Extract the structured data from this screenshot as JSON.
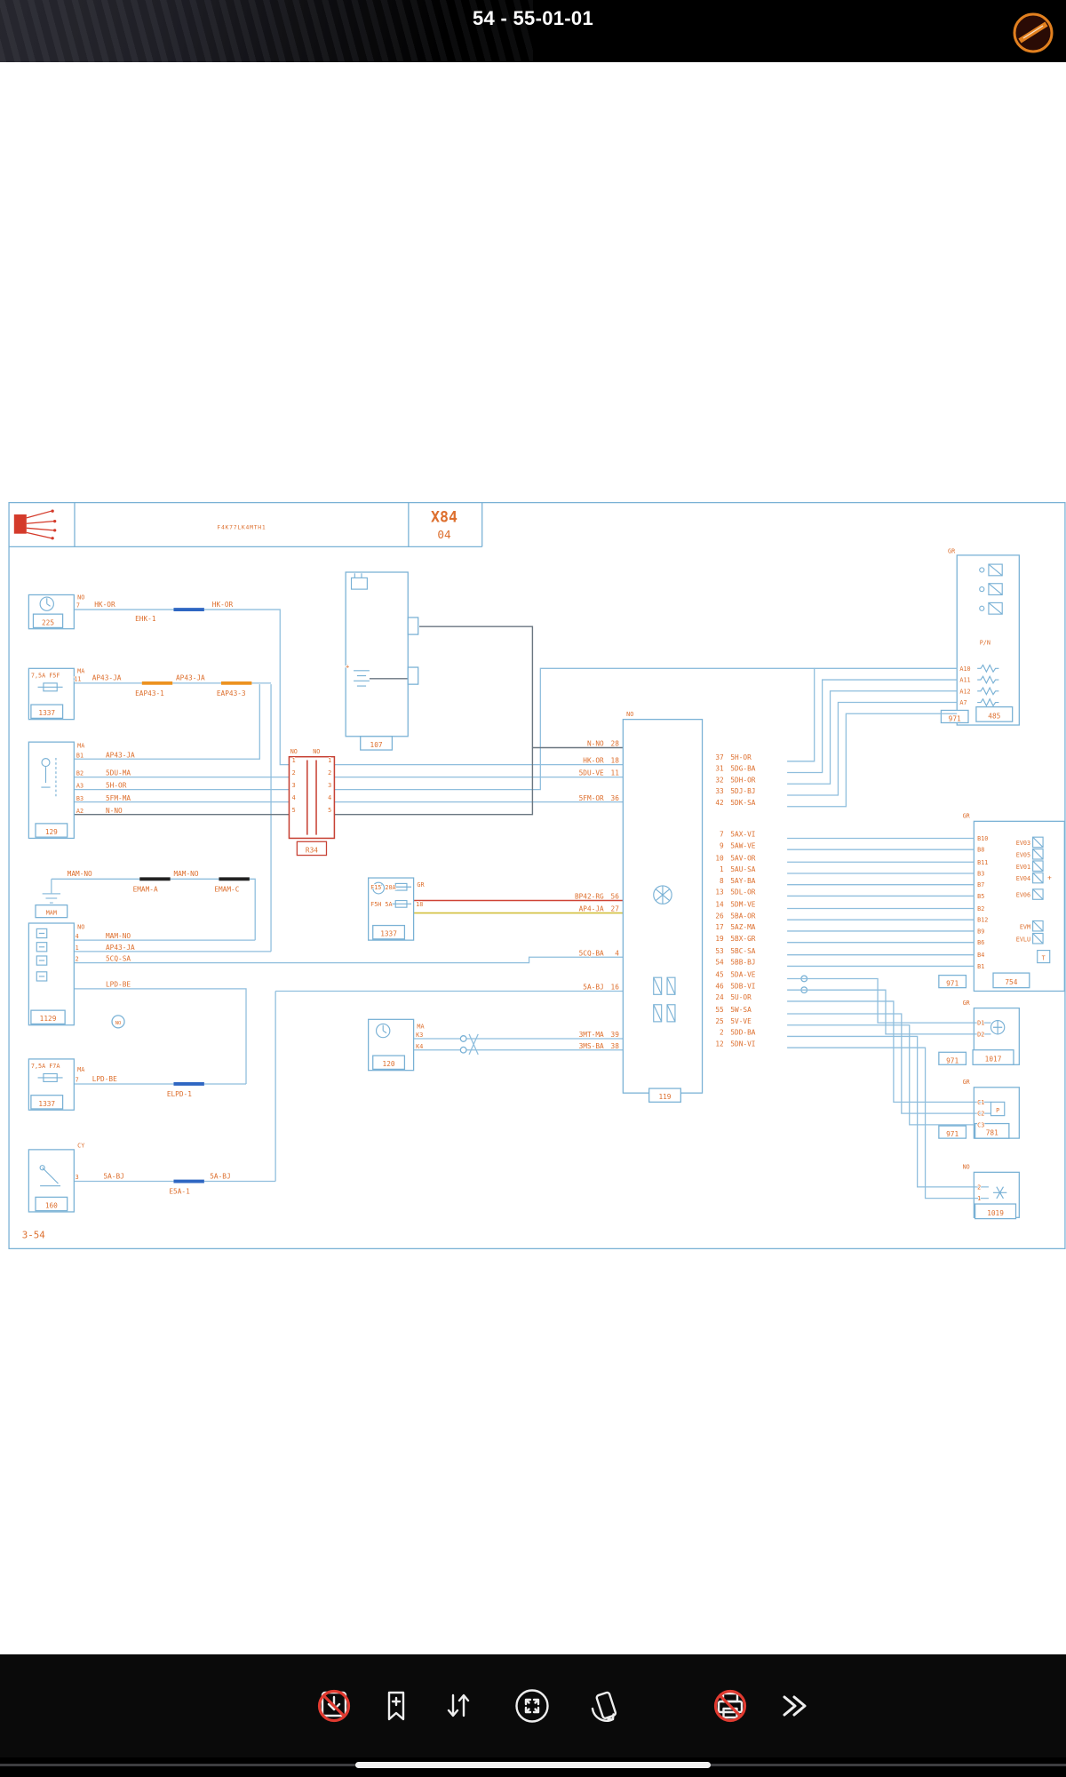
{
  "app": {
    "title": "54 - 55-01-01"
  },
  "toolbar": {
    "items": [
      "download-disabled",
      "bookmark-add",
      "sort-vertical",
      "pan-zoom",
      "rotate-device",
      "print-disabled",
      "more-chevrons"
    ]
  },
  "diagram": {
    "header": {
      "code": "F4K77LK4MTH1",
      "model": "X84",
      "sheet": "04"
    },
    "page_ref": "3-54",
    "wires": {
      "hk": "HK-OR",
      "ehk1": "EHK-1",
      "ap43": "AP43-JA",
      "eap43_1": "EAP43-1",
      "eap43_3": "EAP43-3",
      "sdu_ma": "5DU-MA",
      "sh_or": "5H-OR",
      "sfm_ma": "5FM-MA",
      "n_no": "N-NO",
      "mam_no": "MAM-NO",
      "emam_a": "EMAM-A",
      "emam_c": "EMAM-C",
      "scq_sa": "5CQ-SA",
      "lpd_be": "LPD-BE",
      "elpd1": "ELPD-1",
      "sa_bj": "5A-BJ",
      "e5a1": "E5A-1"
    },
    "components": {
      "c225": {
        "id": "225",
        "conn": "NO",
        "pin": "7"
      },
      "f5f": {
        "rating": "7,5A F5F",
        "id": "1337",
        "conn": "MA",
        "pin": "11"
      },
      "c129": {
        "id": "129",
        "conn": "MA",
        "pins": [
          "B1",
          "B2",
          "A3",
          "B3",
          "A2"
        ]
      },
      "mam": {
        "id": "MAM"
      },
      "c1129": {
        "id": "1129",
        "conn": "NO",
        "pins": [
          "4",
          "1",
          "2"
        ],
        "badge": "NO"
      },
      "f7a": {
        "rating": "7,5A F7A",
        "id": "1337",
        "conn": "MA",
        "pin": "7"
      },
      "c160": {
        "id": "160",
        "conn": "CY",
        "pin": "3"
      },
      "c107": {
        "id": "107",
        "plus": "+"
      },
      "r34": {
        "id": "R34",
        "conn_left": "NO",
        "conn_right": "NO",
        "pins_left": [
          "1",
          "2",
          "3",
          "4",
          "5"
        ],
        "pins_right": [
          "1",
          "2",
          "3",
          "4",
          "5"
        ]
      },
      "f15": {
        "line1": "F15 20A",
        "line2": "F5H 5A",
        "id": "1337",
        "conn": "GR",
        "pin": "18"
      },
      "c120": {
        "id": "120",
        "conn": "MA",
        "pins": [
          "K3",
          "K4"
        ]
      },
      "c119": {
        "id": "119",
        "conn": "NO"
      },
      "c485": {
        "id": "485",
        "conn": "GR",
        "connector": "971",
        "pins": [
          "A10",
          "A11",
          "A12",
          "A7"
        ],
        "note": "P/N"
      },
      "c754": {
        "id": "754",
        "conn": "GR",
        "connector": "971",
        "pins": [
          "B10",
          "B8",
          "B11",
          "B3",
          "B7",
          "B5",
          "B2",
          "B12",
          "B9",
          "B6",
          "B4",
          "B1"
        ],
        "valves": [
          "EV03",
          "EV05",
          "EV01",
          "EV04",
          "EV06"
        ],
        "labels": [
          "EVM",
          "EVLU"
        ],
        "plus": "+",
        "sensor": "T"
      },
      "c1017": {
        "id": "1017",
        "conn": "GR",
        "connector": "971",
        "pins": [
          "D1",
          "D2"
        ]
      },
      "c781": {
        "id": "781",
        "conn": "GR",
        "connector": "971",
        "pins": [
          "C1",
          "C2",
          "C3"
        ],
        "symbol": "P"
      },
      "c1019": {
        "id": "1019",
        "conn": "NO",
        "pins": [
          "2",
          "1"
        ]
      }
    },
    "pins_119_left": [
      {
        "n": "28",
        "w": "N-NO"
      },
      {
        "n": "18",
        "w": "HK-OR"
      },
      {
        "n": "11",
        "w": "5DU-VE"
      },
      {
        "n": "36",
        "w": "5FM-OR"
      },
      {
        "n": "56",
        "w": "BP42-RG"
      },
      {
        "n": "27",
        "w": "AP4-JA"
      },
      {
        "n": "4",
        "w": "5CQ-BA"
      },
      {
        "n": "16",
        "w": "5A-BJ"
      },
      {
        "n": "39",
        "w": "3MT-MA"
      },
      {
        "n": "38",
        "w": "3MS-BA"
      }
    ],
    "pins_119_right": [
      {
        "n": "37",
        "w": "5H-OR"
      },
      {
        "n": "31",
        "w": "5DG-BA"
      },
      {
        "n": "32",
        "w": "5DH-OR"
      },
      {
        "n": "33",
        "w": "5DJ-BJ"
      },
      {
        "n": "42",
        "w": "5DK-SA"
      },
      {
        "n": "7",
        "w": "5AX-VI"
      },
      {
        "n": "9",
        "w": "5AW-VE"
      },
      {
        "n": "10",
        "w": "5AV-OR"
      },
      {
        "n": "1",
        "w": "5AU-SA"
      },
      {
        "n": "8",
        "w": "5AY-BA"
      },
      {
        "n": "13",
        "w": "5DL-OR"
      },
      {
        "n": "14",
        "w": "5DM-VE"
      },
      {
        "n": "26",
        "w": "5BA-OR"
      },
      {
        "n": "17",
        "w": "5AZ-MA"
      },
      {
        "n": "19",
        "w": "5BX-GR"
      },
      {
        "n": "53",
        "w": "5BC-SA"
      },
      {
        "n": "54",
        "w": "5BB-BJ"
      },
      {
        "n": "45",
        "w": "5DA-VE"
      },
      {
        "n": "46",
        "w": "5DB-VI"
      },
      {
        "n": "24",
        "w": "5U-OR"
      },
      {
        "n": "55",
        "w": "5W-SA"
      },
      {
        "n": "25",
        "w": "5V-VE"
      },
      {
        "n": "2",
        "w": "5DD-BA"
      },
      {
        "n": "12",
        "w": "5DN-VI"
      }
    ]
  }
}
